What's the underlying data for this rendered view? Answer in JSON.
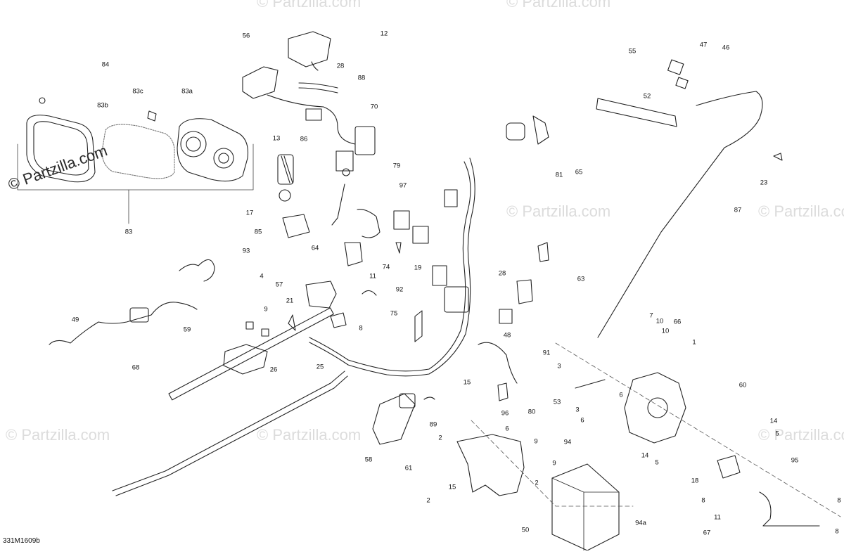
{
  "watermark": "© Partzilla.com",
  "drawing_code": "331M1609b",
  "callouts": [
    "84",
    "83b",
    "83c",
    "83a",
    "83",
    "56",
    "12",
    "28",
    "88",
    "70",
    "13",
    "86",
    "79",
    "97",
    "17",
    "85",
    "93",
    "4",
    "57",
    "64",
    "11",
    "74",
    "19",
    "92",
    "49",
    "9",
    "21",
    "59",
    "26",
    "25",
    "8",
    "75",
    "68",
    "55",
    "47",
    "46",
    "52",
    "81",
    "65",
    "23",
    "87",
    "28",
    "63",
    "48",
    "7",
    "10",
    "66",
    "10",
    "1",
    "91",
    "3",
    "60",
    "53",
    "3",
    "6",
    "6",
    "14",
    "5",
    "14",
    "5",
    "95",
    "18",
    "8",
    "11",
    "67",
    "8",
    "9",
    "15",
    "80",
    "96",
    "89",
    "6",
    "2",
    "58",
    "61",
    "94",
    "2",
    "9",
    "15",
    "2",
    "50",
    "94a",
    "8"
  ]
}
